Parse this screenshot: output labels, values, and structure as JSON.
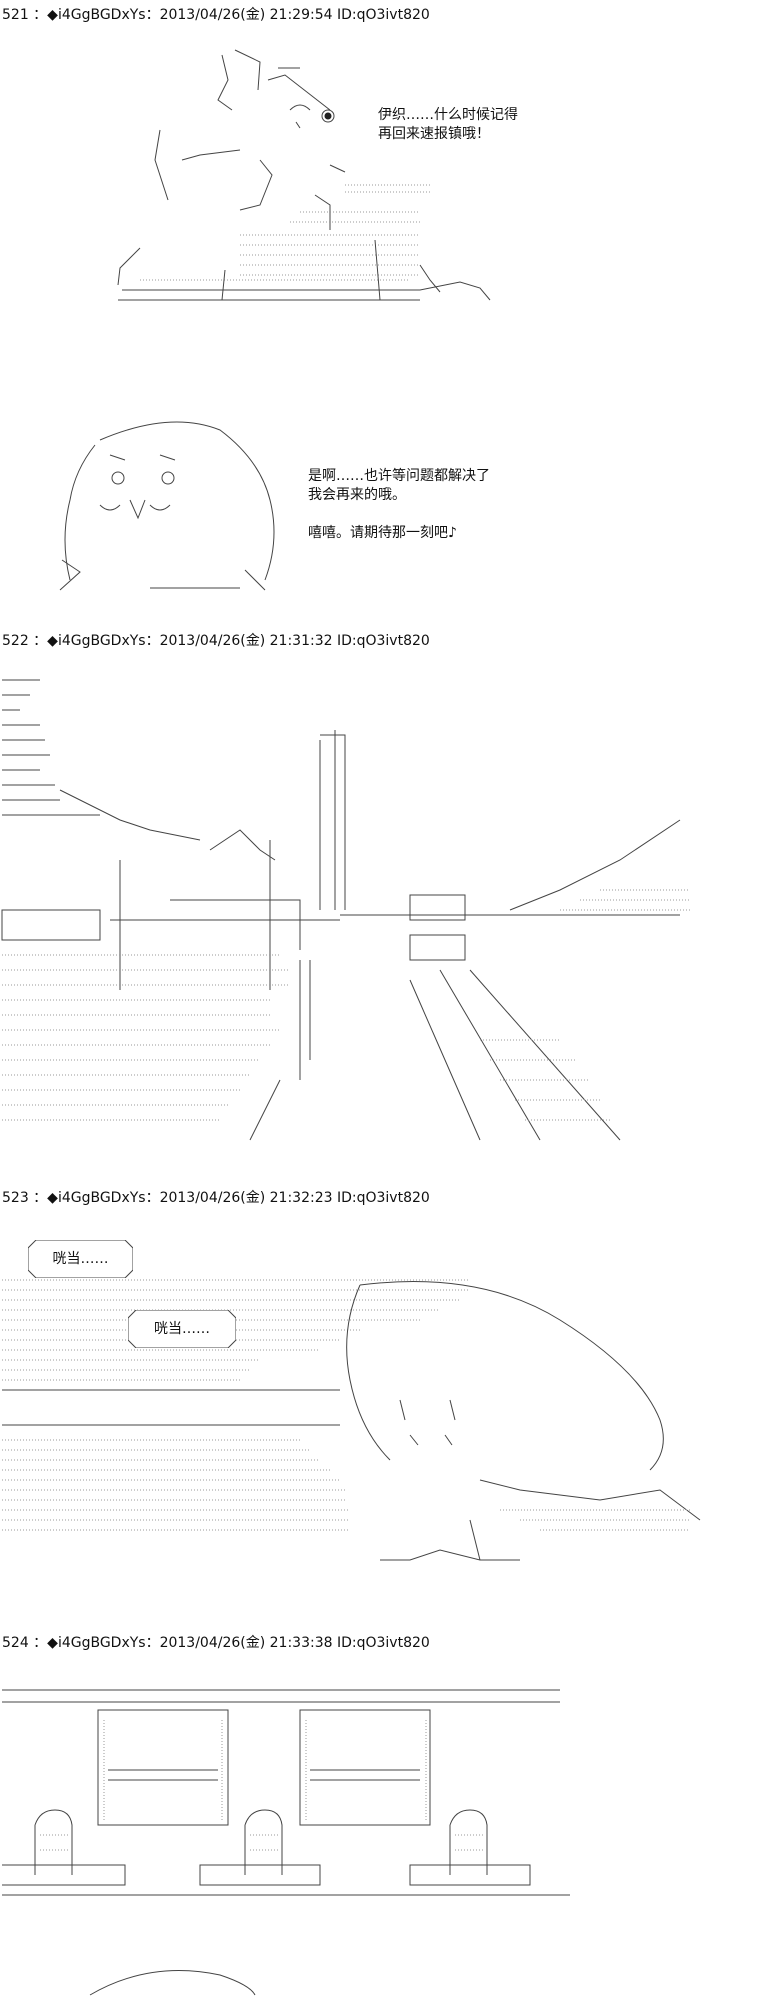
{
  "posts": [
    {
      "header": "521 ：◆i4GgBGDxYs：2013/04/26(金) 21:29:54 ID:qO3ivt820",
      "dialog1": [
        "伊织……什么时候记得",
        "再回来速报镇哦！"
      ],
      "dialog2": [
        "是啊……也许等问题都解决了",
        "我会再来的哦。",
        "",
        "嘻嘻。请期待那一刻吧♪"
      ]
    },
    {
      "header": "522 ：◆i4GgBGDxYs：2013/04/26(金) 21:31:32 ID:qO3ivt820"
    },
    {
      "header": "523 ：◆i4GgBGDxYs：2013/04/26(金) 21:32:23 ID:qO3ivt820",
      "bubble1": "咣当……",
      "bubble2": "咣当……"
    },
    {
      "header": "524 ：◆i4GgBGDxYs：2013/04/26(金) 21:33:38 ID:qO3ivt820"
    }
  ]
}
